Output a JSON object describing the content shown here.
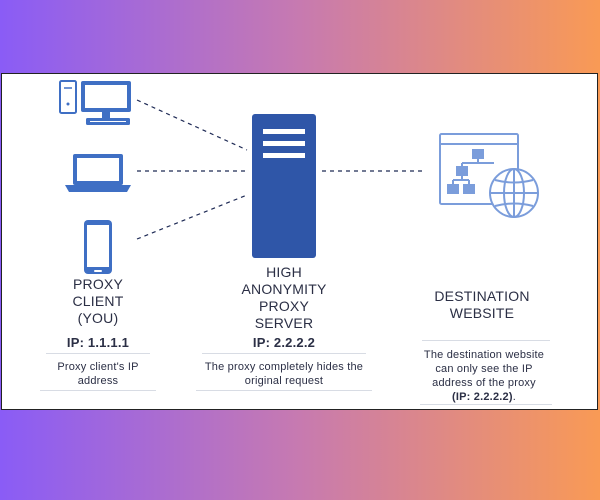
{
  "colors": {
    "icon_blue": "#3f6fc4",
    "server_blue": "#2f56a8",
    "server_slot": "#ffffff",
    "website_blue": "#7b9ddb",
    "dash": "#1e2a55",
    "text": "#2b2f45"
  },
  "icons": {
    "desktop": "desktop-computer-icon",
    "laptop": "laptop-icon",
    "phone": "smartphone-icon",
    "server": "server-icon",
    "website": "website-sitemap-globe-icon"
  },
  "client": {
    "title_lines": [
      "PROXY",
      "CLIENT",
      "(YOU)"
    ],
    "ip": "IP: 1.1.1.1",
    "desc_lines": [
      "Proxy client's IP",
      "address"
    ]
  },
  "proxy": {
    "title_lines": [
      "HIGH",
      "ANONYMITY",
      "PROXY",
      "SERVER"
    ],
    "ip": "IP: 2.2.2.2",
    "desc_lines": [
      "The proxy completely hides the",
      "original request"
    ]
  },
  "destination": {
    "title_lines": [
      "DESTINATION",
      "WEBSITE"
    ],
    "desc_lines": [
      "The destination website",
      "can only see the IP",
      "address of the proxy"
    ],
    "desc_bold": "(IP: 2.2.2.2)",
    "desc_end": "."
  }
}
